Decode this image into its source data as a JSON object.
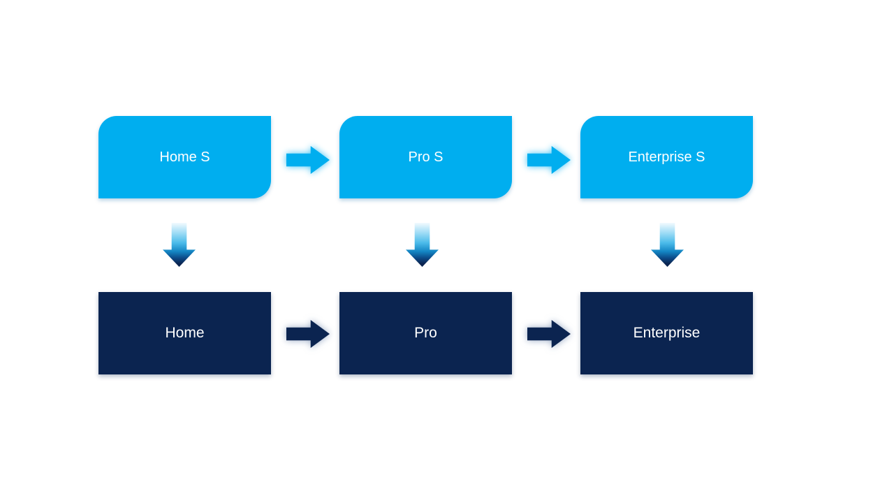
{
  "diagram": {
    "top_row": [
      {
        "label": "Home S"
      },
      {
        "label": "Pro S"
      },
      {
        "label": "Enterprise S"
      }
    ],
    "bottom_row": [
      {
        "label": "Home"
      },
      {
        "label": "Pro"
      },
      {
        "label": "Enterprise"
      }
    ],
    "colors": {
      "top_node_fill": "#00AEEF",
      "bottom_node_fill": "#0B2450",
      "label_text": "#FFFFFF",
      "background": "#FFFFFF",
      "down_arrow_gradient_top": "#F2FAFE",
      "down_arrow_gradient_bottom": "#0B2450"
    }
  }
}
